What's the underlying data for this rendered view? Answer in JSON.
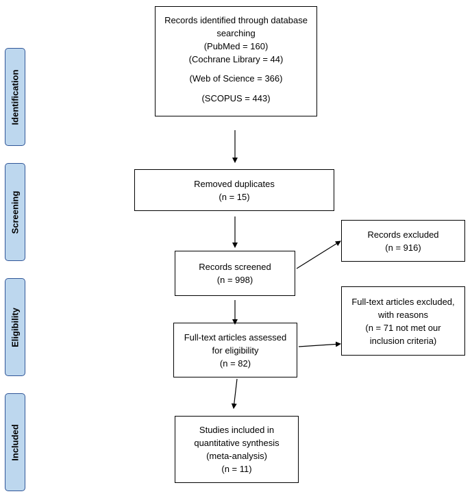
{
  "phases": {
    "identification": "Identification",
    "screening": "Screening",
    "eligibility": "Eligibility",
    "included": "Included"
  },
  "boxes": {
    "identified": {
      "line1": "Records identified through database",
      "line2": "searching",
      "line3": "(PubMed = 160)",
      "line4": "(Cochrane Library = 44)",
      "line5": "(Web of Science = 366)",
      "line6": "(SCOPUS = 443)"
    },
    "duplicates": {
      "line1": "Removed duplicates",
      "line2": "(n = 15)"
    },
    "screened": {
      "line1": "Records screened",
      "line2": "(n = 998)"
    },
    "excluded": {
      "line1": "Records excluded",
      "line2": "(n = 916)"
    },
    "fulltext": {
      "line1": "Full-text articles assessed",
      "line2": "for eligibility",
      "line3": "(n = 82)"
    },
    "fulltext_excluded": {
      "line1": "Full-text articles excluded,",
      "line2": "with reasons",
      "line3": "(n = 71 not met our",
      "line4": "inclusion criteria)"
    },
    "included": {
      "line1": "Studies included in",
      "line2": "quantitative synthesis",
      "line3": "(meta-analysis)",
      "line4": "(n = 11)"
    }
  }
}
